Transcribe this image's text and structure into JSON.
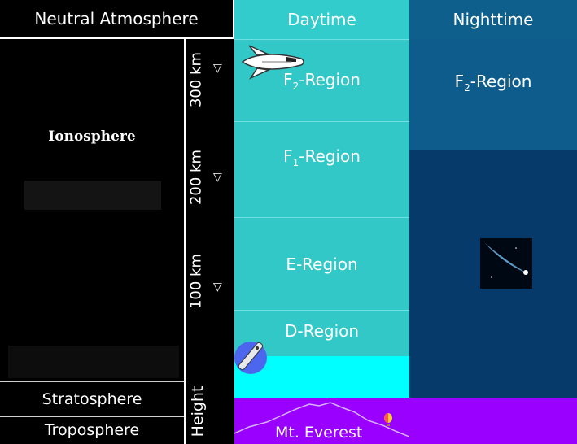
{
  "headers": {
    "neutral": "Neutral Atmosphere",
    "daytime": "Daytime",
    "nighttime": "Nighttime"
  },
  "neutral_layers": {
    "ionosphere": "Ionosphere",
    "stratosphere": "Stratosphere",
    "troposphere": "Troposphere"
  },
  "height_axis": {
    "label": "Height",
    "ticks": [
      "300 km",
      "200 km",
      "100 km"
    ]
  },
  "daytime_regions": {
    "f2": {
      "main": "F",
      "sub": "2",
      "suffix": "-Region"
    },
    "f1": {
      "main": "F",
      "sub": "1",
      "suffix": "-Region"
    },
    "e": "E-Region",
    "d": "D-Region"
  },
  "nighttime_regions": {
    "f2": {
      "main": "F",
      "sub": "2",
      "suffix": "-Region"
    }
  },
  "ground_label": "Mt. Everest",
  "icons": [
    "space-shuttle-icon",
    "rocket-icon",
    "comet-icon",
    "hot-air-balloon-icon",
    "mountain-icon"
  ],
  "colors": {
    "neutral_bg": "#000000",
    "day_header": "#33cccc",
    "day_region": "#33c8c8",
    "day_lower": "#00ffff",
    "night_header": "#0e5f8c",
    "night_f2": "#0d5c8c",
    "night_lower": "#063a6a",
    "ground": "#9900ff"
  }
}
